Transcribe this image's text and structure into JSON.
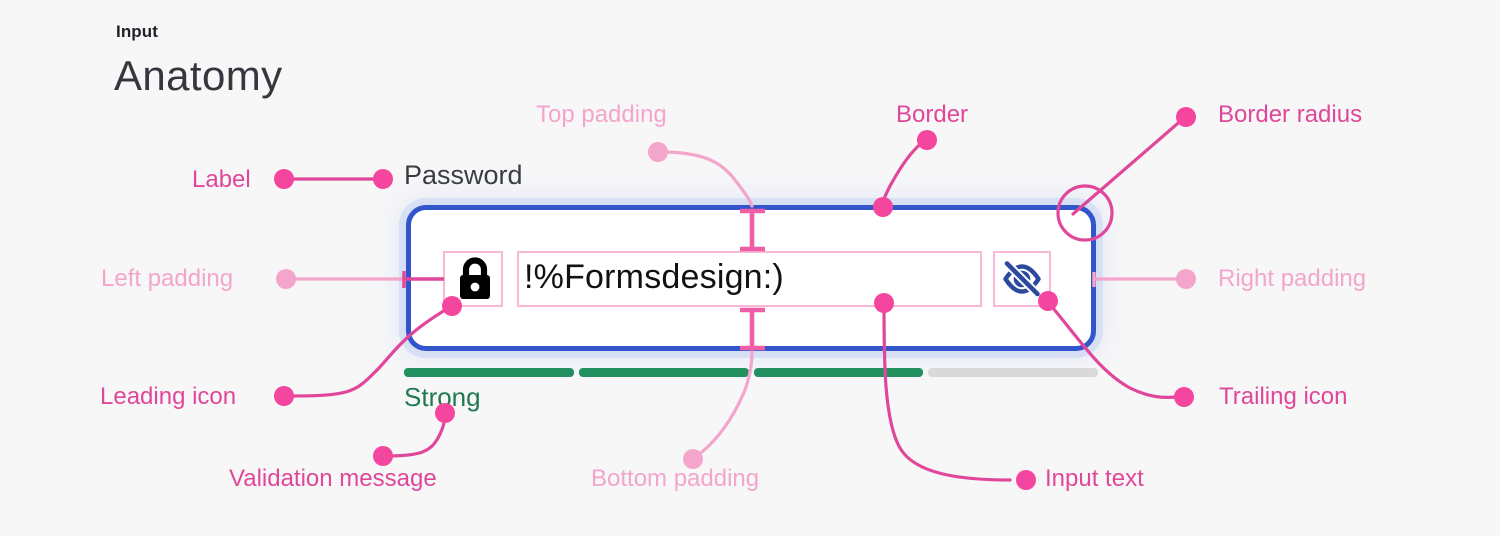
{
  "header": {
    "kicker": "Input",
    "title": "Anatomy"
  },
  "field": {
    "label": "Password",
    "value": "!%Formsdesign:)",
    "leading_icon": "lock-icon",
    "trailing_icon": "eye-off-icon",
    "validation_message": "Strong"
  },
  "strength_meter": {
    "total_segments": 4,
    "filled_segments": 3,
    "filled_color": "#23915f",
    "empty_color": "#d9d9d9"
  },
  "annotations": {
    "label": "Label",
    "left_padding": "Left padding",
    "leading_icon": "Leading icon",
    "validation_message": "Validation message",
    "top_padding": "Top padding",
    "bottom_padding": "Bottom padding",
    "border": "Border",
    "border_radius": "Border radius",
    "right_padding": "Right padding",
    "input_text": "Input text",
    "trailing_icon": "Trailing icon"
  },
  "colors": {
    "background": "#f7f7f8",
    "input_border": "#3355cc",
    "annotation_strong": "#e0479a",
    "annotation_soft": "#f4a5cb",
    "spec_box": "#f7b9d6",
    "success": "#1f7a51",
    "text": "#111215",
    "label_text": "#3a3d43"
  }
}
